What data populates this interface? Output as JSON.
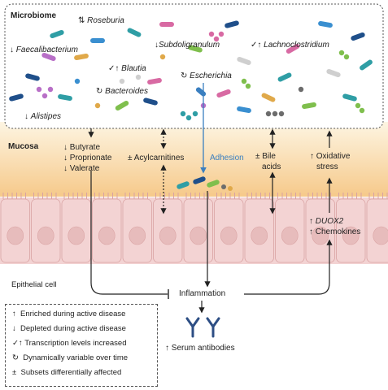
{
  "regions": {
    "microbiome": "Microbiome",
    "mucosa": "Mucosa",
    "epithelial": "Epithelial cell"
  },
  "taxa": [
    {
      "symbol": "↓",
      "name": "Faecalibacterium"
    },
    {
      "symbol": "⇅",
      "name": "Roseburia"
    },
    {
      "symbol": "✓↑",
      "name": "Blautia"
    },
    {
      "symbol": "↻",
      "name": "Bacteroides"
    },
    {
      "symbol": "↓",
      "name": "Alistipes"
    },
    {
      "symbol": "↓",
      "name": "Subdoligranulum"
    },
    {
      "symbol": "✓↑",
      "name": "Lachnoclostridium"
    },
    {
      "symbol": "↻",
      "name": "Escherichia"
    }
  ],
  "metabolites": {
    "scfa": [
      "↓ Butyrate",
      "↓ Proprionate",
      "↓ Valerate"
    ],
    "acylcarnitines": "± Acylcarnitines",
    "adhesion": "Adhesion",
    "bile_acids": [
      "± Bile",
      "acids"
    ],
    "oxidative": [
      "↑ Oxidative",
      "stress"
    ]
  },
  "host": {
    "duox2_prefix": "↑ ",
    "duox2": "DUOX2",
    "chemokines": "↑ Chemokines",
    "inflammation": "Inflammation",
    "serum": "↑ Serum antibodies"
  },
  "legend": [
    {
      "symbol": "↑",
      "text": "Enriched during active disease"
    },
    {
      "symbol": "↓",
      "text": "Depleted during active disease"
    },
    {
      "symbol": "✓↑",
      "text": "Transcription levels increased"
    },
    {
      "symbol": "↻",
      "text": "Dynamically variable over time"
    },
    {
      "symbol": "±",
      "text": "Subsets differentially affected"
    }
  ],
  "colors": {
    "microbiome_bg": "#ffffff",
    "mucosa_gradient_top": "#fdf4de",
    "mucosa_gradient_bottom": "#f6c98a",
    "epithelium": "#f3d3d3",
    "epithelium_border": "#d9a3a3",
    "nucleus": "#e7bcbc",
    "adhesion_blue": "#3a7fc0",
    "antibody_blue": "#2d4e84",
    "bacteria": [
      "#2f9ea5",
      "#1f4f8a",
      "#7fbf4d",
      "#e0a94a",
      "#b86fc7",
      "#cfcfcf",
      "#3a8fd0",
      "#d86aa3",
      "#6c6c6c"
    ]
  }
}
